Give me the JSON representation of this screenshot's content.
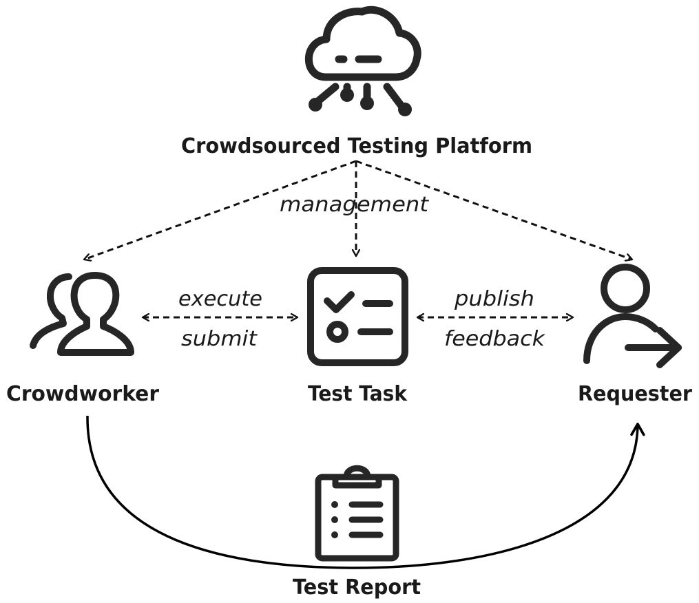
{
  "nodes": {
    "platform": {
      "label": "Crowdsourced Testing Platform",
      "icon": "cloud-network-icon"
    },
    "crowdworker": {
      "label": "Crowdworker",
      "icon": "users-icon"
    },
    "test_task": {
      "label": "Test Task",
      "icon": "checklist-icon"
    },
    "requester": {
      "label": "Requester",
      "icon": "user-arrow-icon"
    },
    "test_report": {
      "label": "Test Report",
      "icon": "clipboard-icon"
    }
  },
  "edges": {
    "management": "management",
    "execute": "execute",
    "submit": "submit",
    "publish": "publish",
    "feedback": "feedback"
  }
}
